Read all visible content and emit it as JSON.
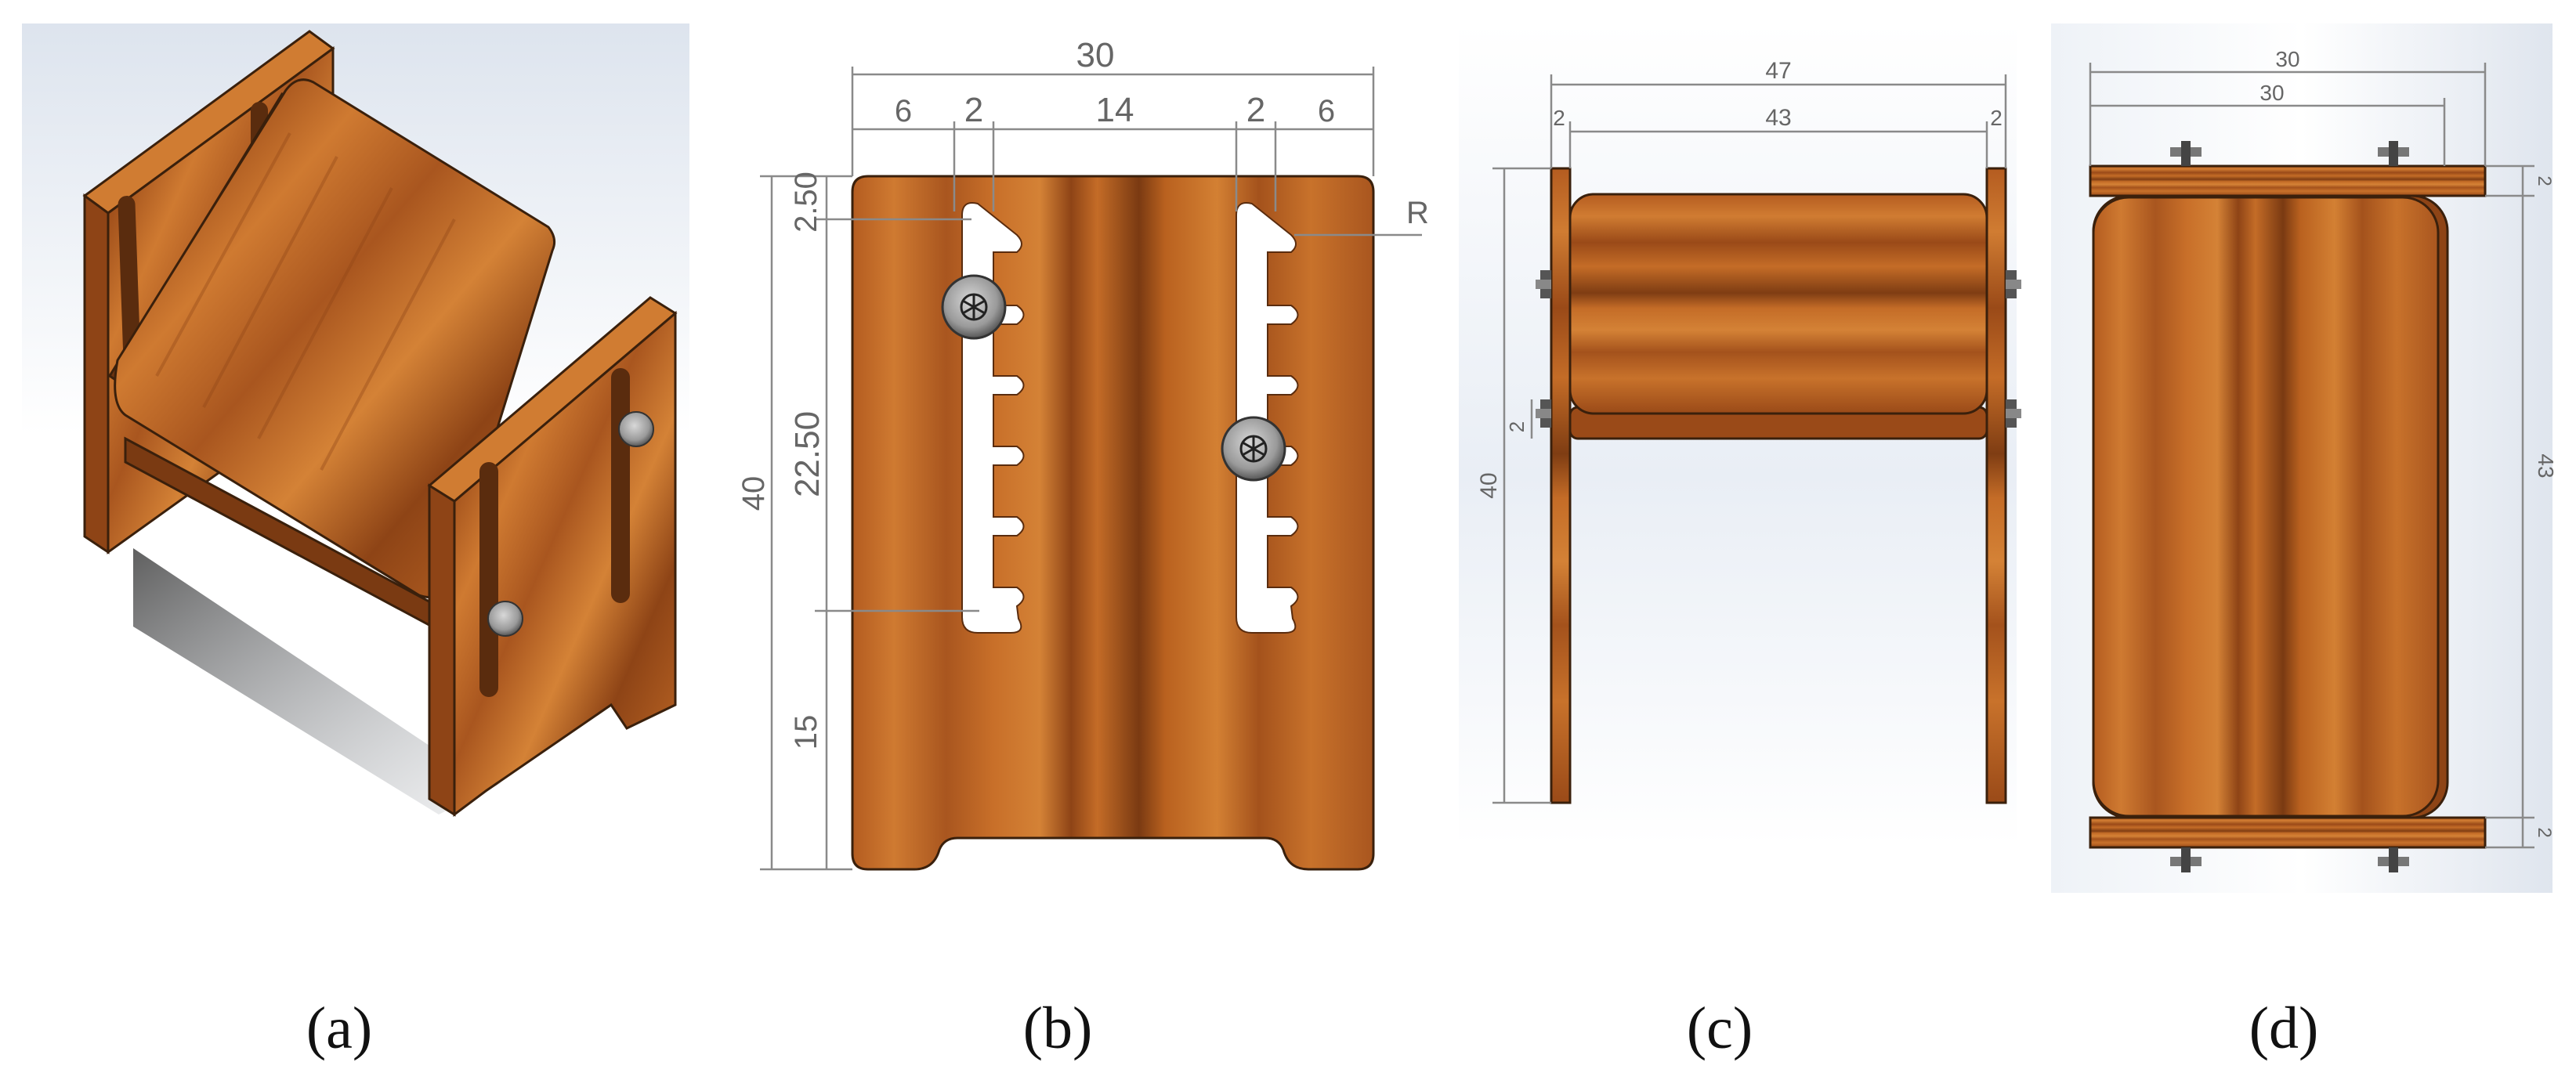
{
  "colors": {
    "wood_light": "#c7702a",
    "wood_mid": "#a9561f",
    "wood_dark": "#7a3a12",
    "edge": "#3a200c",
    "dimension_line": "#8a8a8a",
    "background_tint": "#e8edf4"
  },
  "panels": {
    "a": {
      "caption": "(a)"
    },
    "b": {
      "caption": "(b)",
      "dims": {
        "top_width": "30",
        "left_margin": "6",
        "slot_width_left": "2",
        "center_gap": "14",
        "slot_width_right": "2",
        "right_margin": "6",
        "top_offset": "2.50",
        "slot_length": "22.50",
        "bottom_offset": "15",
        "total_height": "40",
        "radius_label": "R"
      }
    },
    "c": {
      "caption": "(c)",
      "dims": {
        "overall_width": "47",
        "inner_width": "43",
        "left_thickness": "2",
        "right_thickness": "2",
        "height": "40",
        "bolt_spacing": "2"
      }
    },
    "d": {
      "caption": "(d)",
      "dims": {
        "outer_width": "30",
        "inner_width": "30",
        "length": "43",
        "top_thickness": "2",
        "bottom_thickness": "2"
      }
    }
  }
}
